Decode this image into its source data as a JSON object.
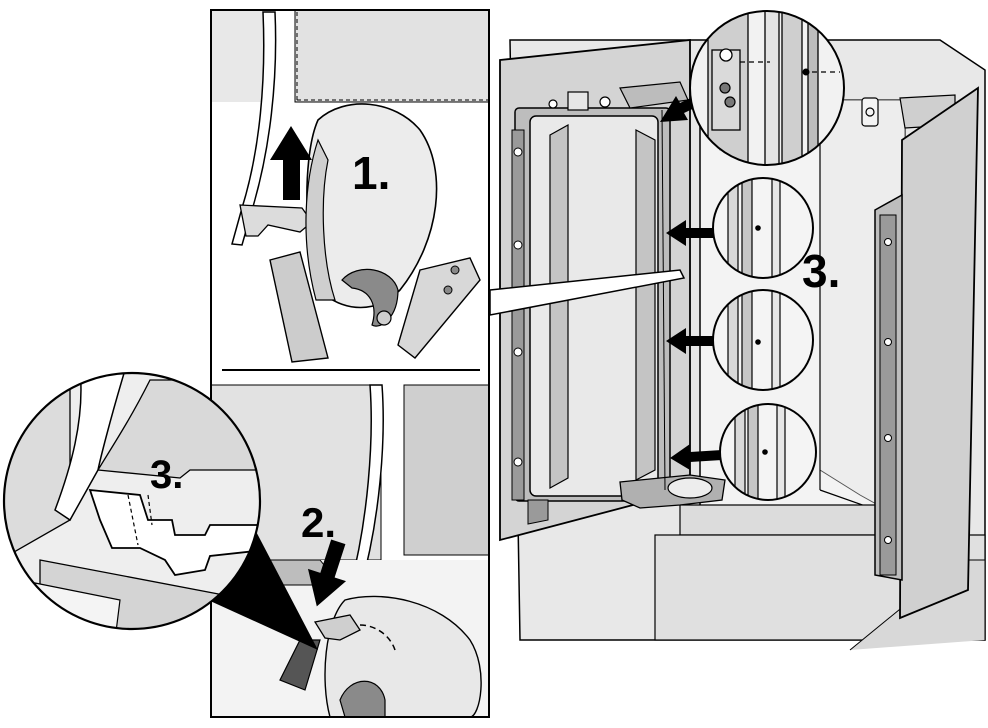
{
  "labels": {
    "step1": "1.",
    "step2": "2.",
    "step3_detail": "3.",
    "step3_door": "3."
  },
  "colors": {
    "outline": "#000000",
    "door_panel": "#d6d6d6",
    "cabinet_wall": "#e4e4e4",
    "dark_shade": "#9a9a9a",
    "light_panel": "#ececec"
  }
}
